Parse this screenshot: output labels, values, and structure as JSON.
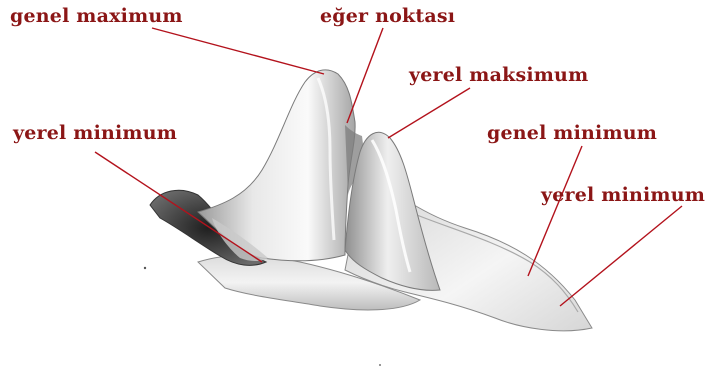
{
  "labels": {
    "global_maximum": "genel maximum",
    "saddle_point": "eğer noktası",
    "local_maximum": "yerel maksimum",
    "local_minimum_left": "yerel minimum",
    "global_minimum": "genel minimum",
    "local_minimum_right": "yerel minimum"
  },
  "colors": {
    "label_text": "#8b1616",
    "leader_line": "#b3121c",
    "surface_light": "#f4f4f4",
    "surface_shadow": "#8c8c8c",
    "surface_dark": "#2e2e2e"
  }
}
